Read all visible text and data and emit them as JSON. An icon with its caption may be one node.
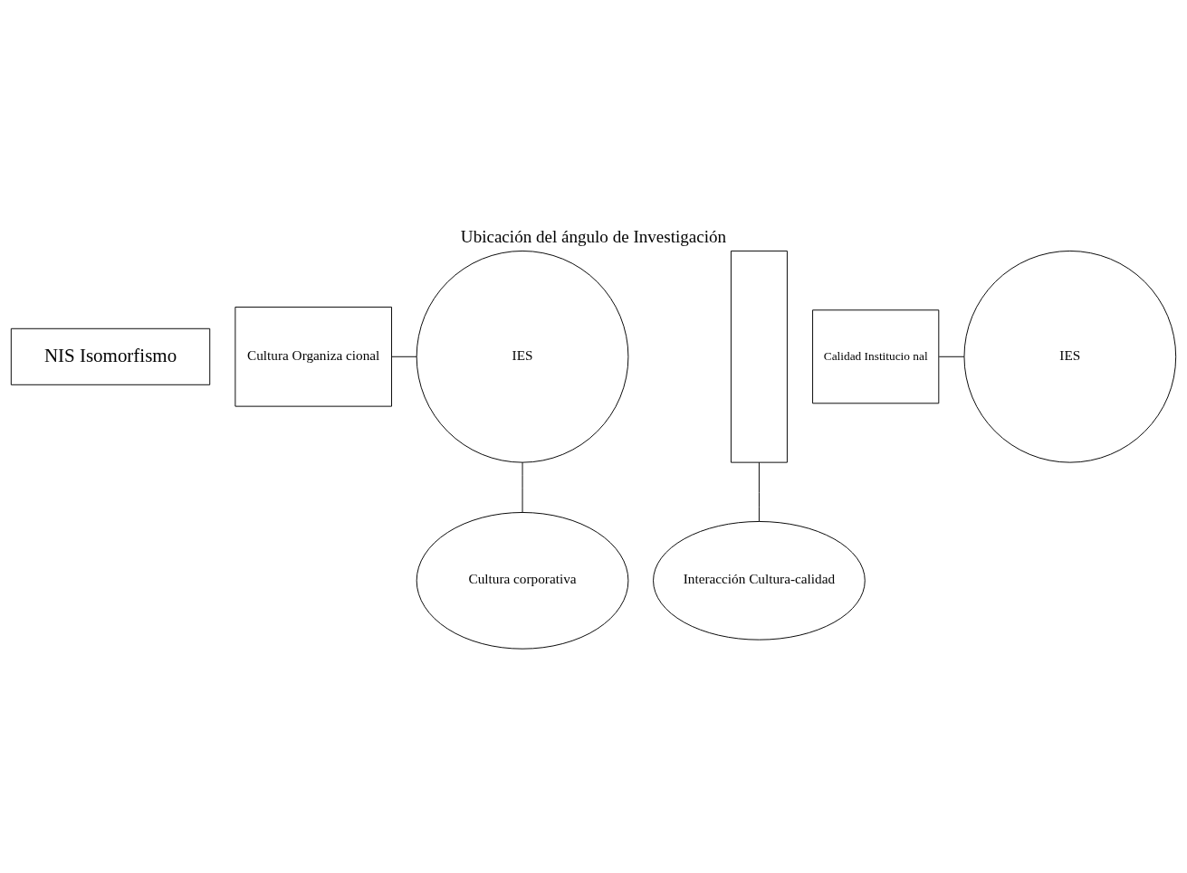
{
  "diagram": {
    "title": "Ubicación del ángulo de Investigación",
    "nodes": [
      {
        "text": [
          "NIS Isomorfismo"
        ]
      },
      {
        "text": [
          "Cultura Organiza cional"
        ]
      },
      {
        "text": [
          "IES"
        ]
      },
      {
        "text": [],
        "shape": "bar"
      },
      {
        "text": [
          "IES"
        ]
      },
      {
        "text": [
          "Calidad Institucio nal"
        ]
      },
      {
        "text": [
          "Cultura corporativa"
        ]
      },
      {
        "text": [
          "Interacción Cultura-calidad"
        ]
      }
    ],
    "edges": [
      {
        "from": 1,
        "to": 2,
        "arrow": "none"
      },
      {
        "from": 5,
        "to": 4,
        "arrow": "none"
      },
      {
        "from": 6,
        "to": 2,
        "arrow": "none"
      },
      {
        "from": 7,
        "to": 3,
        "arrow": "none"
      }
    ]
  }
}
